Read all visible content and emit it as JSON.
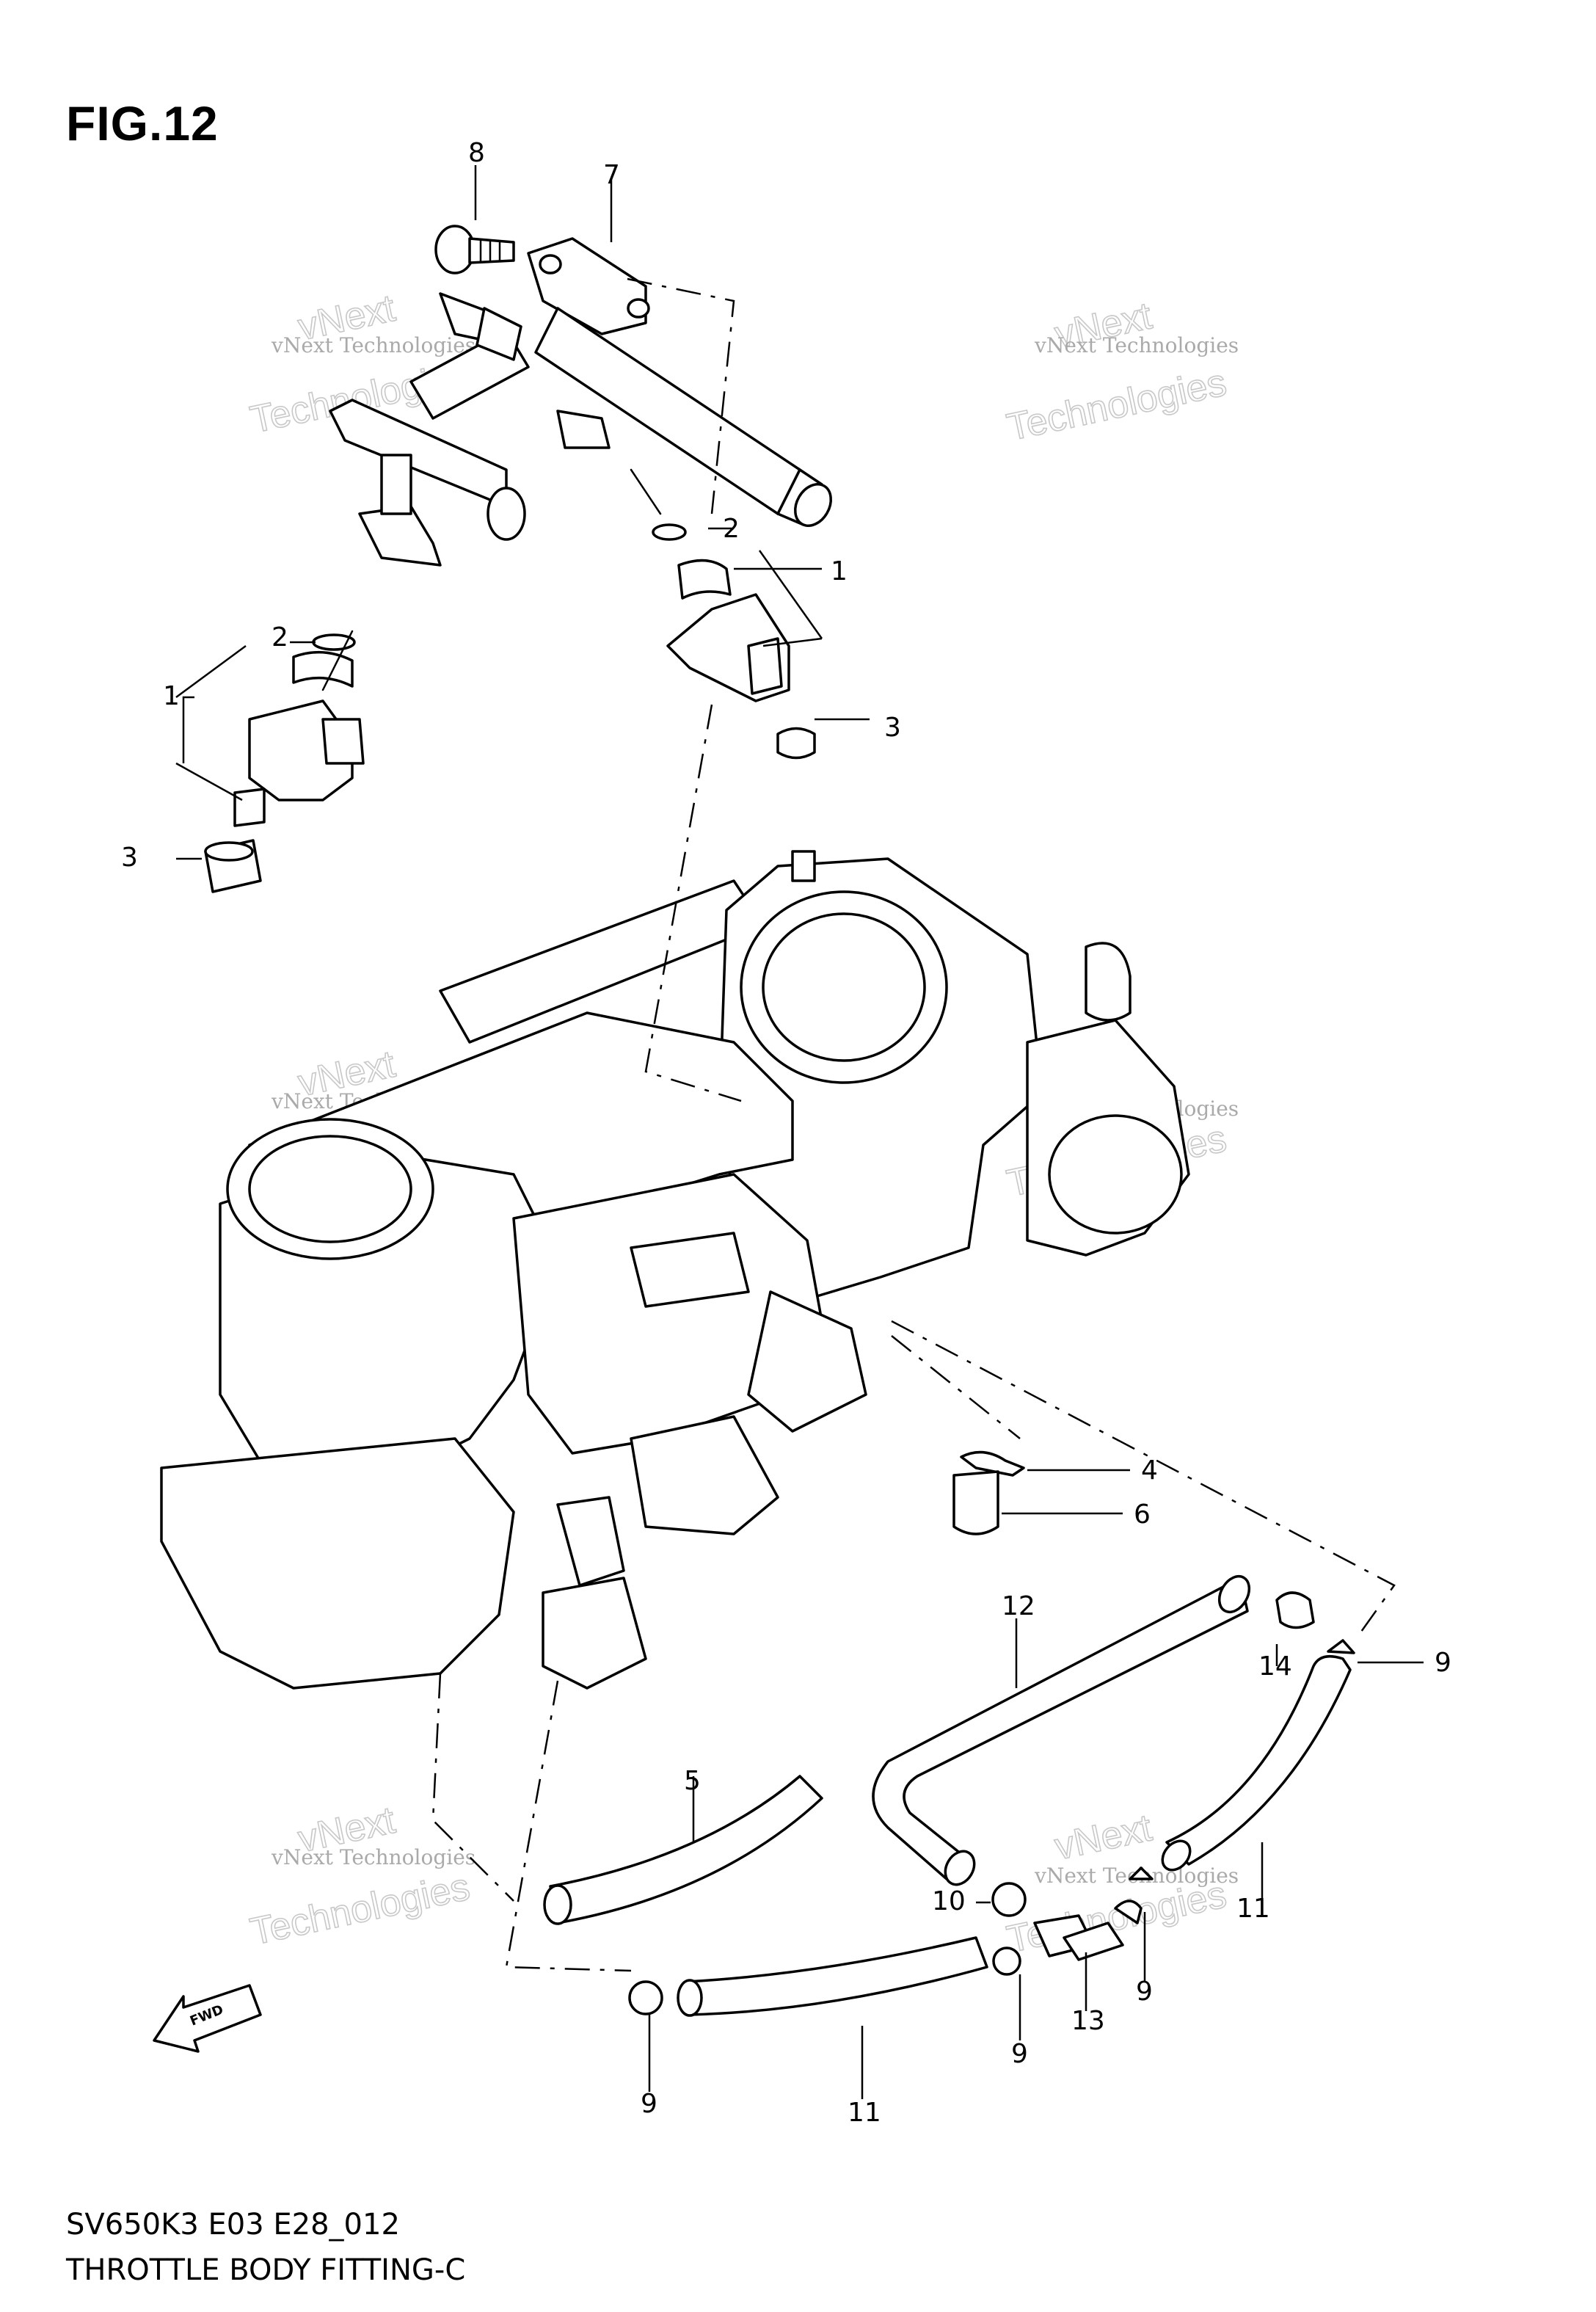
{
  "figure": {
    "title": "FIG.12",
    "code": "SV650K3 E03 E28_012",
    "description": "THROTTLE BODY FITTING-C",
    "fwd_label": "FWD"
  },
  "watermark": {
    "line1": "vNext Technologies",
    "line2": "Technologies",
    "prefix": "vNext"
  },
  "callouts": [
    {
      "id": "c8",
      "label": "8"
    },
    {
      "id": "c7",
      "label": "7"
    },
    {
      "id": "c2a",
      "label": "2"
    },
    {
      "id": "c1a",
      "label": "1"
    },
    {
      "id": "c3a",
      "label": "3"
    },
    {
      "id": "c2b",
      "label": "2"
    },
    {
      "id": "c1b",
      "label": "1"
    },
    {
      "id": "c3b",
      "label": "3"
    },
    {
      "id": "c4",
      "label": "4"
    },
    {
      "id": "c6",
      "label": "6"
    },
    {
      "id": "c12",
      "label": "12"
    },
    {
      "id": "c14",
      "label": "14"
    },
    {
      "id": "c9a",
      "label": "9"
    },
    {
      "id": "c5",
      "label": "5"
    },
    {
      "id": "c10",
      "label": "10"
    },
    {
      "id": "c11a",
      "label": "11"
    },
    {
      "id": "c9b",
      "label": "9"
    },
    {
      "id": "c13",
      "label": "13"
    },
    {
      "id": "c9c",
      "label": "9"
    },
    {
      "id": "c9d",
      "label": "9"
    },
    {
      "id": "c11b",
      "label": "11"
    }
  ]
}
